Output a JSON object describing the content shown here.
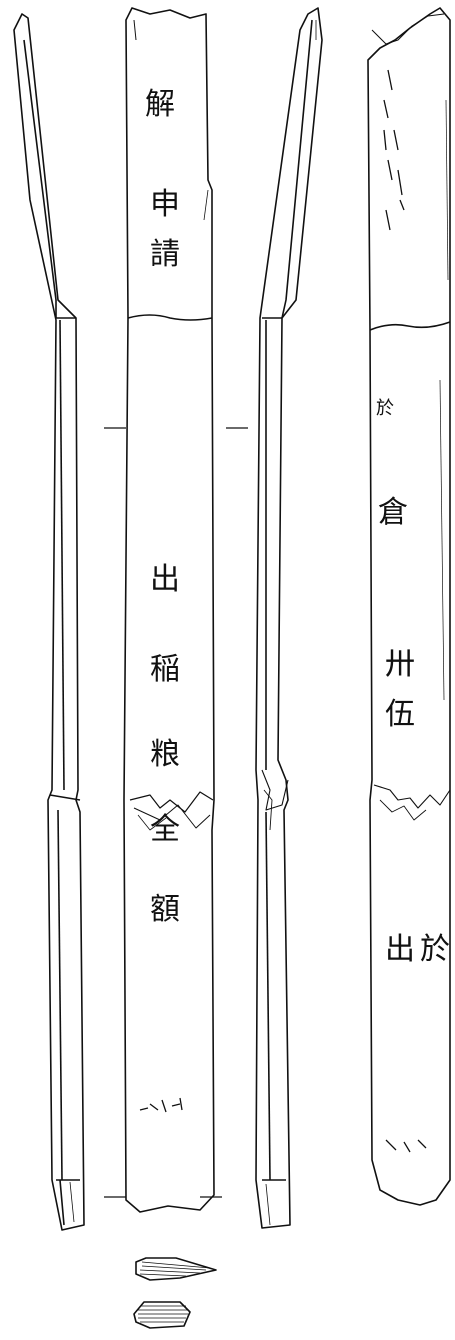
{
  "front_face": {
    "glyphs": [
      "解",
      "申",
      "請",
      "出",
      "稲",
      "粮",
      "全",
      "額"
    ]
  },
  "back_face": {
    "glyphs": [
      "於",
      "倉",
      "卅",
      "伍",
      "出",
      "於"
    ]
  },
  "colors": {
    "ink": "#111111",
    "paper": "#ffffff"
  }
}
